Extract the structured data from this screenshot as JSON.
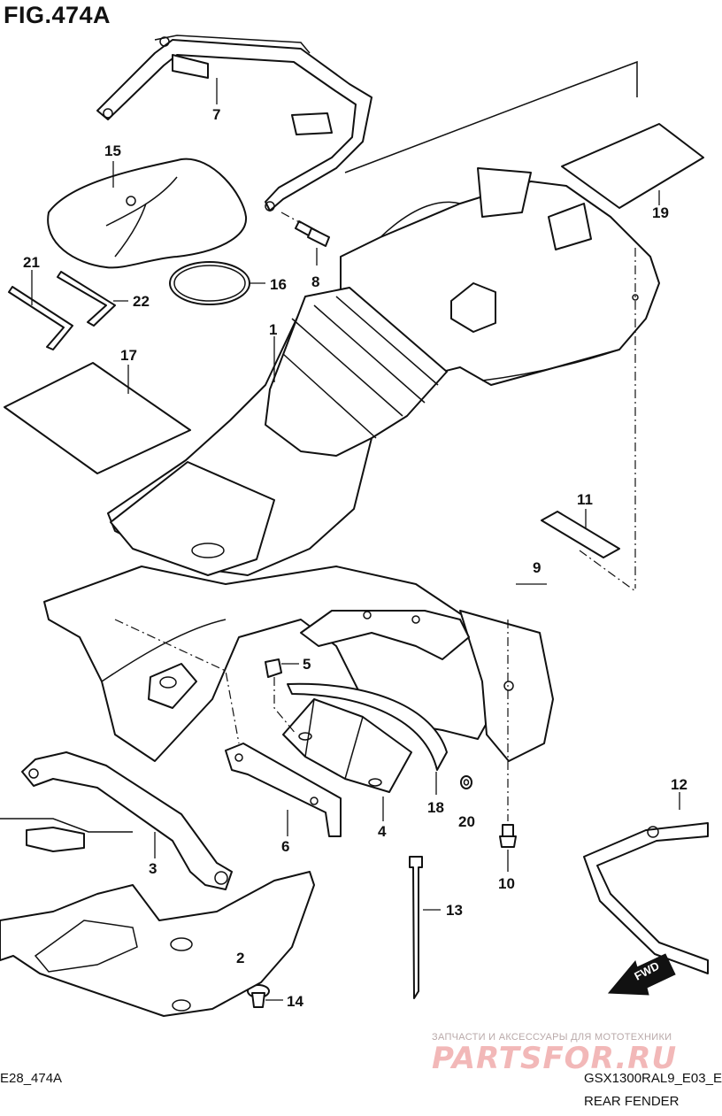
{
  "figure": {
    "title": "FIG.474A",
    "code_left": "E28_474A",
    "code_right": "GSX1300RAL9_E03_E",
    "caption": "REAR FENDER"
  },
  "callouts": [
    "1",
    "2",
    "3",
    "4",
    "5",
    "6",
    "7",
    "8",
    "9",
    "10",
    "11",
    "12",
    "13",
    "14",
    "15",
    "16",
    "17",
    "18",
    "19",
    "20",
    "21",
    "22"
  ],
  "direction_arrow": {
    "label": "FWD"
  },
  "watermark": {
    "tagline": "ЗАПЧАСТИ И АКСЕССУАРЫ ДЛЯ МОТОТЕХНИКИ",
    "logo": "PARTSFOR.RU"
  },
  "colors": {
    "line": "#111111",
    "watermark": "#f2b8b8"
  }
}
